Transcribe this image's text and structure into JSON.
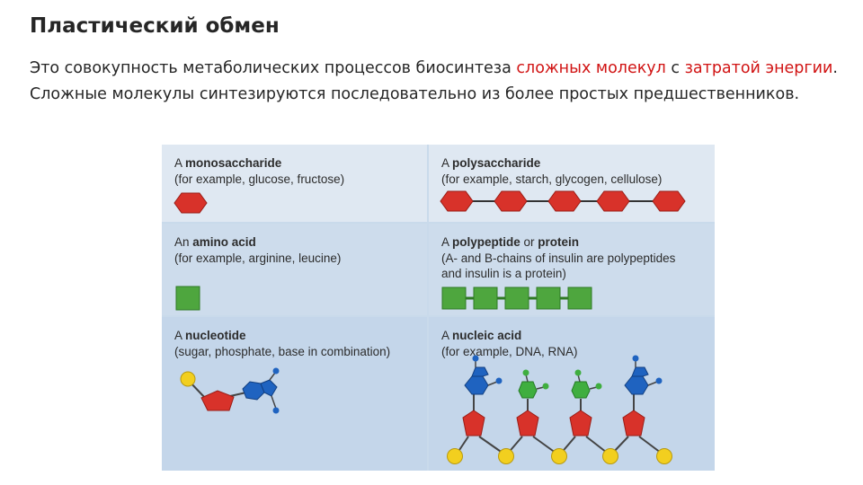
{
  "slide": {
    "title": "Пластический обмен",
    "body": {
      "t1": "Это совокупность метаболических процессов биосинтеза ",
      "r1": "сложных молекул",
      "t2": " с ",
      "r2": "затратой энергии",
      "t3": ". Сложные молекулы синтезируются последовательно из более простых предшественников."
    }
  },
  "figure": {
    "monosaccharide": {
      "prefix": "A ",
      "bold": "monosaccharide",
      "sub": "(for example, glucose, fructose)"
    },
    "polysaccharide": {
      "prefix": "A ",
      "bold": "polysaccharide",
      "sub": "(for example, starch, glycogen, cellulose)"
    },
    "amino_acid": {
      "prefix": "An ",
      "bold": "amino acid",
      "sub": "(for example, arginine, leucine)"
    },
    "polypeptide": {
      "prefix": "A ",
      "bold": "polypeptide",
      "mid": " or ",
      "bold2": "protein",
      "sub1": "(A- and B-chains of insulin are polypeptides",
      "sub2": "and insulin is a protein)"
    },
    "nucleotide": {
      "prefix": "A ",
      "bold": "nucleotide",
      "sub": "(sugar, phosphate, base in combination)"
    },
    "nucleic_acid": {
      "prefix": "A ",
      "bold": "nucleic acid",
      "sub": "(for example, DNA, RNA)"
    }
  },
  "colors": {
    "sugar_red": "#d8322a",
    "amino_green": "#4ea63e",
    "phosphate_yellow": "#f2cf1f",
    "base_blue": "#1f63c0",
    "base_green": "#3fae3f",
    "text_red": "#d11414"
  }
}
